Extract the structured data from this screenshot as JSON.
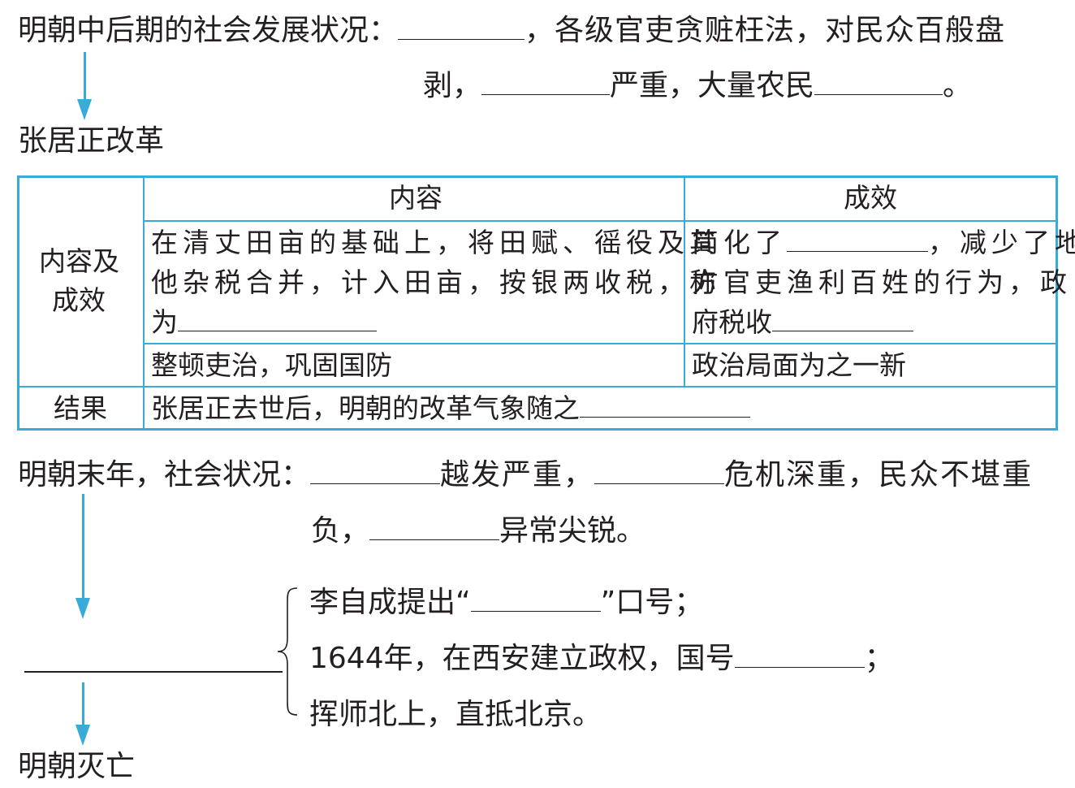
{
  "line1": {
    "prefix": "明朝中后期的社会发展状况：",
    "mid": "，各级官吏贪赃枉法，对民众百般盘",
    "cont_a": "剥，",
    "cont_b": "严重，大量农民",
    "cont_end": "。"
  },
  "reform_title": "张居正改革",
  "table": {
    "header_content": "内容",
    "header_effect": "成效",
    "row_label_line1": "内容及",
    "row_label_line2": "成效",
    "content1_line1": "在清丈田亩的基础上，将田赋、徭役及其",
    "content1_line2": "他杂税合并，计入田亩，按银两收税，称",
    "content1_line3": "为",
    "effect1_line1a": "简化了",
    "effect1_line1b": "，减少了地",
    "effect1_line2": "方官吏渔利百姓的行为，政",
    "effect1_line3": "府税收",
    "content2": "整顿吏治，巩固国防",
    "effect2": "政治局面为之一新",
    "result_label": "结果",
    "result_text": "张居正去世后，明朝的改革气象随之"
  },
  "late_ming": {
    "prefix": "明朝末年，社会状况：",
    "mid1": "越发严重，",
    "mid2": "危机深重，民众不堪重",
    "cont_a": "负，",
    "cont_b": "异常尖锐。"
  },
  "rebellion": {
    "item1_a": "李自成提出“",
    "item1_b": "”口号；",
    "item2_a": "1644年，在西安建立政权，国号",
    "item2_b": "；",
    "item3": "挥师北上，直抵北京。"
  },
  "end_title": "明朝灭亡",
  "colors": {
    "accent": "#3aaad8",
    "text": "#231f20"
  }
}
